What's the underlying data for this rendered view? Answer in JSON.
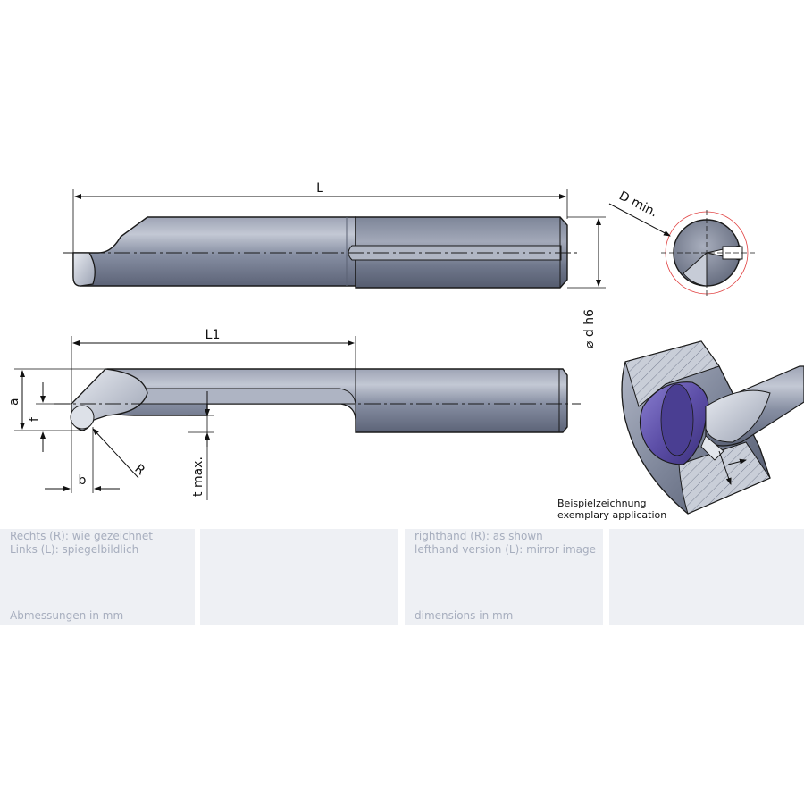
{
  "dimensions": {
    "length": "L",
    "length_1": "L1",
    "bore_min": "D min.",
    "shank_diameter": "⌀ d h6",
    "a": "a",
    "f": "f",
    "b": "b",
    "radius": "R",
    "depth_max": "t max."
  },
  "caption": {
    "line_de": "Beispielzeichnung",
    "line_en": "exemplary application"
  },
  "panels": {
    "de_line1": "Rechts (R): wie gezeichnet",
    "de_line2": "Links (L): spiegelbildlich",
    "de_units": "Abmessungen in mm",
    "en_line1": "righthand (R): as shown",
    "en_line2": "lefthand version (L): mirror image",
    "en_units": "dimensions in mm"
  },
  "colors": {
    "tool_body": "#8c93a6",
    "outline": "#1a1a1a",
    "insert_purple": "#5d4fa8",
    "panel_bg": "#eef0f4",
    "panel_text": "#a7aebe"
  }
}
